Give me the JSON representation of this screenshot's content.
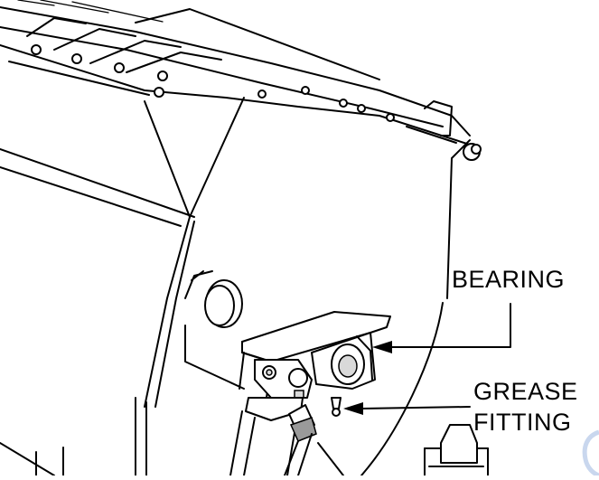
{
  "labels": {
    "bearing": "BEARING",
    "grease_line1": "GREASE",
    "grease_line2": "FITTING"
  },
  "colors": {
    "line": "#000000",
    "background": "#ffffff",
    "watermark": "#c9d7ee"
  }
}
